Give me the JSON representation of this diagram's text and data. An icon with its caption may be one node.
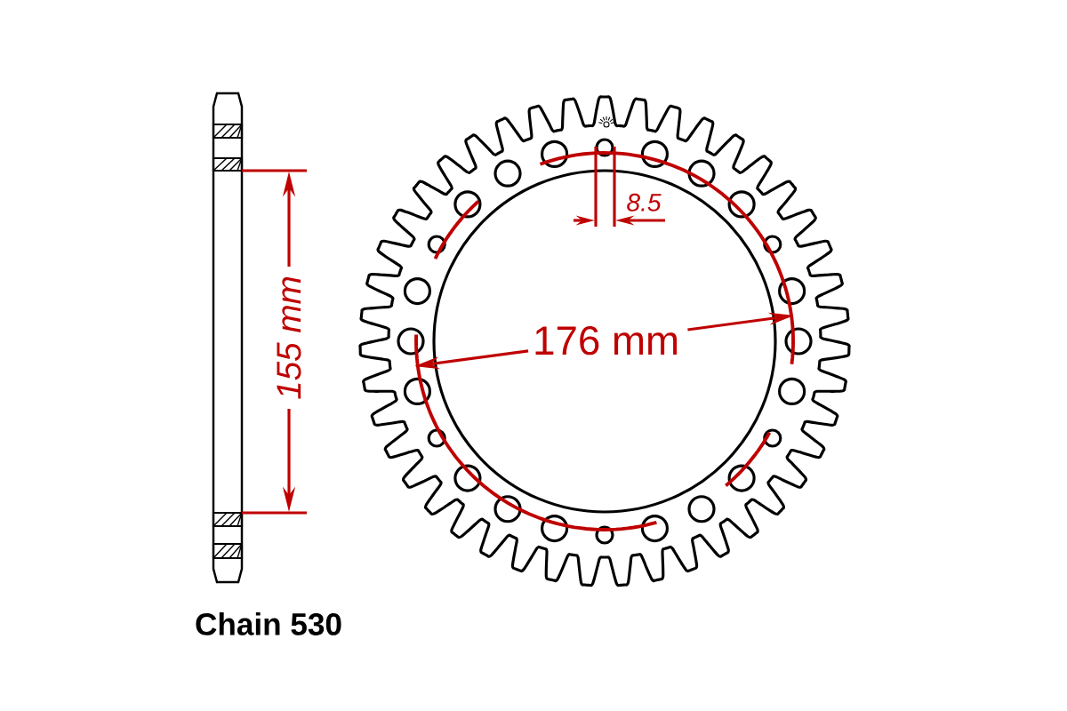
{
  "diagram": {
    "labels": [
      "155 mm",
      "8.5",
      "176 mm",
      "Chain 530"
    ]
  }
}
